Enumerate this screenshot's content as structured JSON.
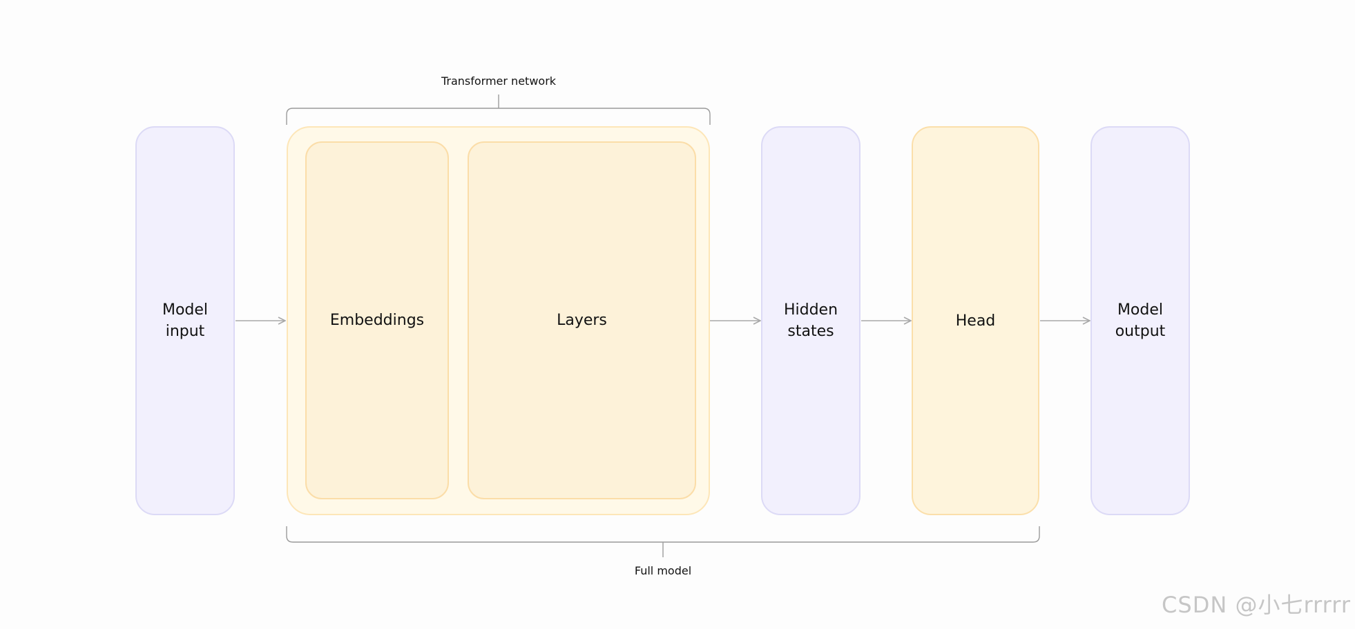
{
  "blocks": {
    "model_input": "Model\ninput",
    "embeddings": "Embeddings",
    "layers": "Layers",
    "hidden_states": "Hidden\nstates",
    "head": "Head",
    "model_output": "Model\noutput"
  },
  "brackets": {
    "transformer_network": "Transformer network",
    "full_model": "Full model"
  },
  "watermark": "CSDN @小七rrrrr",
  "colors": {
    "purple_fill": "#f2f0fd",
    "purple_border": "#dcdaf6",
    "orange_outer_fill": "#fff9e8",
    "orange_outer_border": "#fde6b8",
    "orange_inner_fill": "#fdf2d9",
    "orange_inner_border": "#fbdda8",
    "head_fill": "#fef4dc",
    "head_border": "#fbdfaa",
    "arrow": "#a8a8a8",
    "bracket": "#9a9a9a"
  }
}
